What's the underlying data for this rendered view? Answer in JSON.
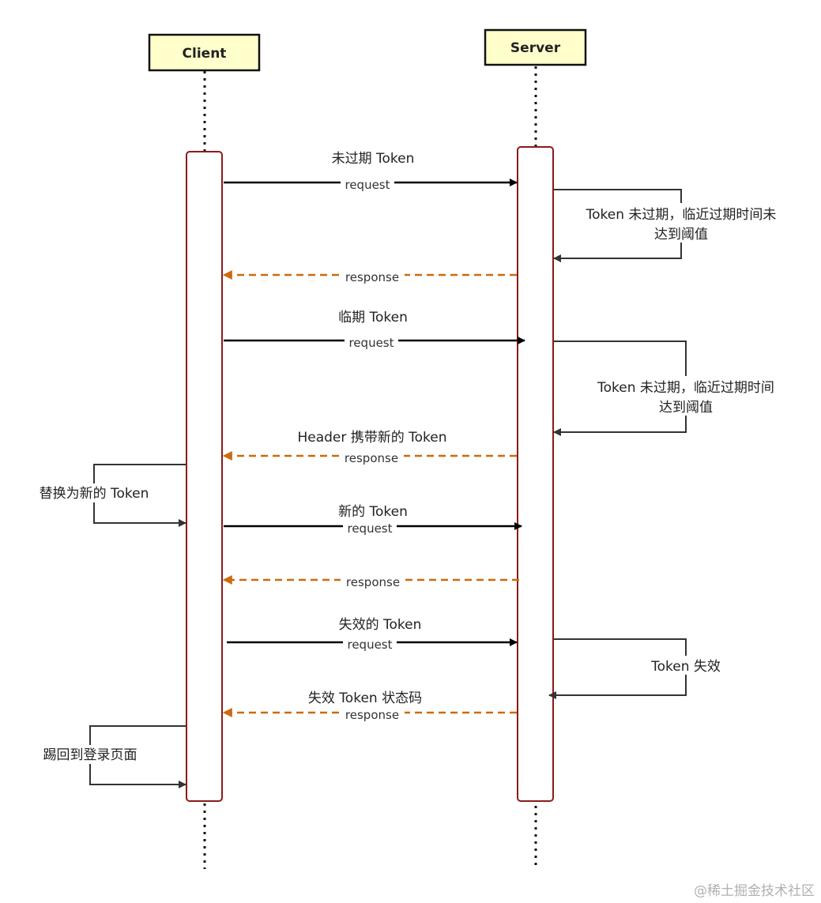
{
  "actors": {
    "client": "Client",
    "server": "Server"
  },
  "messages": [
    {
      "id": "m1",
      "label": "未过期 Token",
      "sub": "request",
      "kind": "request"
    },
    {
      "id": "m2",
      "label": "",
      "sub": "response",
      "kind": "response"
    },
    {
      "id": "m3",
      "label": "临期 Token",
      "sub": "request",
      "kind": "request"
    },
    {
      "id": "m4",
      "label": "Header 携带新的 Token",
      "sub": "response",
      "kind": "response"
    },
    {
      "id": "m5",
      "label": "新的 Token",
      "sub": "request",
      "kind": "request"
    },
    {
      "id": "m6",
      "label": "",
      "sub": "response",
      "kind": "response"
    },
    {
      "id": "m7",
      "label": "失效的 Token",
      "sub": "request",
      "kind": "request"
    },
    {
      "id": "m8",
      "label": "失效 Token 状态码",
      "sub": "response",
      "kind": "response"
    }
  ],
  "self_notes": {
    "server_1": [
      "Token 未过期，临近过期时间未",
      "达到阈值"
    ],
    "server_2": [
      "Token 未过期，临近过期时间",
      "达到阈值"
    ],
    "server_3": [
      "Token 失效"
    ],
    "client_1": [
      "替换为新的 Token"
    ],
    "client_2": [
      "踢回到登录页面"
    ]
  },
  "watermark": "@稀土掘金技术社区",
  "colors": {
    "actor_fill": "#ffffcc",
    "activation_border": "#8b1a1a",
    "request_line": "#000000",
    "response_line": "#cc6a10",
    "self_line": "#333333"
  }
}
